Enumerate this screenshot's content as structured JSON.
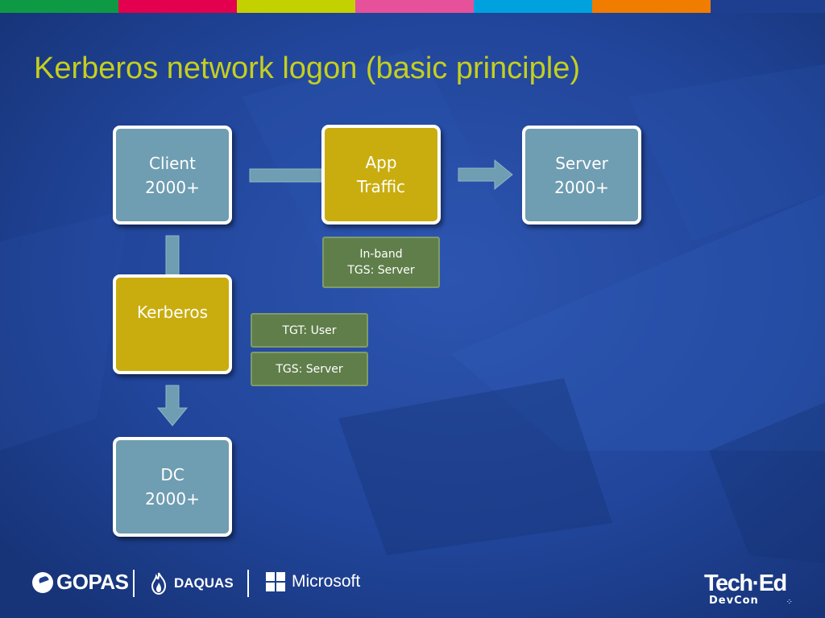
{
  "slide": {
    "title": "Kerberos network logon (basic principle)",
    "title_color": "#c5cf1e",
    "background_color": "#1e3f8f",
    "top_stripe_colors": [
      "#0e9a45",
      "#e2004f",
      "#c3d100",
      "#e7509a",
      "#00a2de",
      "#f07c00",
      "#1e3f8f"
    ]
  },
  "diagram": {
    "nodes": {
      "client": {
        "lines": [
          "Client",
          "2000+"
        ],
        "color": "#6f9db1"
      },
      "app_traffic": {
        "lines": [
          "App",
          "Traffic"
        ],
        "color": "#c9ad0f"
      },
      "server": {
        "lines": [
          "Server",
          "2000+"
        ],
        "color": "#6f9db1"
      },
      "kerberos": {
        "lines": [
          "Kerberos"
        ],
        "color": "#c9ad0f"
      },
      "dc": {
        "lines": [
          "DC",
          "2000+"
        ],
        "color": "#6f9db1"
      }
    },
    "tags": {
      "inband": {
        "lines": [
          "In-band",
          "TGS: Server"
        ],
        "color": "#5f7e4a"
      },
      "tgt_user": {
        "lines": [
          "TGT: User"
        ],
        "color": "#5f7e4a"
      },
      "tgs_server": {
        "lines": [
          "TGS: Server"
        ],
        "color": "#5f7e4a"
      }
    },
    "arrow_color": "#6f9db1",
    "connectors": [
      {
        "from": "client",
        "to": "app_traffic",
        "arrowhead": false
      },
      {
        "from": "app_traffic",
        "to": "server",
        "arrowhead": true
      },
      {
        "from": "client",
        "to": "kerberos",
        "arrowhead": false
      },
      {
        "from": "kerberos",
        "to": "dc",
        "arrowhead": true
      }
    ]
  },
  "footer": {
    "logos": {
      "gopas": "GOPAS",
      "daquas": "DAQUAS",
      "microsoft": "Microsoft",
      "teched": "Tech·Ed",
      "teched_sub": "DevCon"
    }
  }
}
